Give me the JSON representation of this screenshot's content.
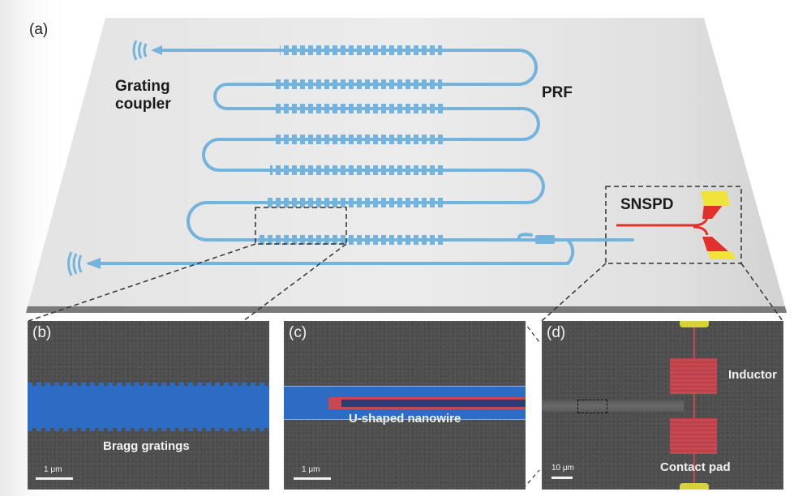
{
  "figure": {
    "panel_a": {
      "label": "(a)",
      "labels": {
        "grating_coupler_line1": "Grating",
        "grating_coupler_line2": "coupler",
        "prf": "PRF",
        "snspd": "SNSPD"
      }
    },
    "panel_b": {
      "label": "(b)",
      "caption": "Bragg gratings",
      "scale": "1 μm"
    },
    "panel_c": {
      "label": "(c)",
      "caption": "U-shaped nanowire",
      "scale": "1 μm"
    },
    "panel_d": {
      "label": "(d)",
      "inductor_label": "Inductor",
      "contact_pad_label": "Contact pad",
      "scale": "10 μm"
    },
    "colors": {
      "waveguide": "#74b3dc",
      "nanowire": "#e0322b",
      "pad": "#f2e33a",
      "sem_blue": "#2c6cc4",
      "sem_red": "#c8484f"
    }
  }
}
